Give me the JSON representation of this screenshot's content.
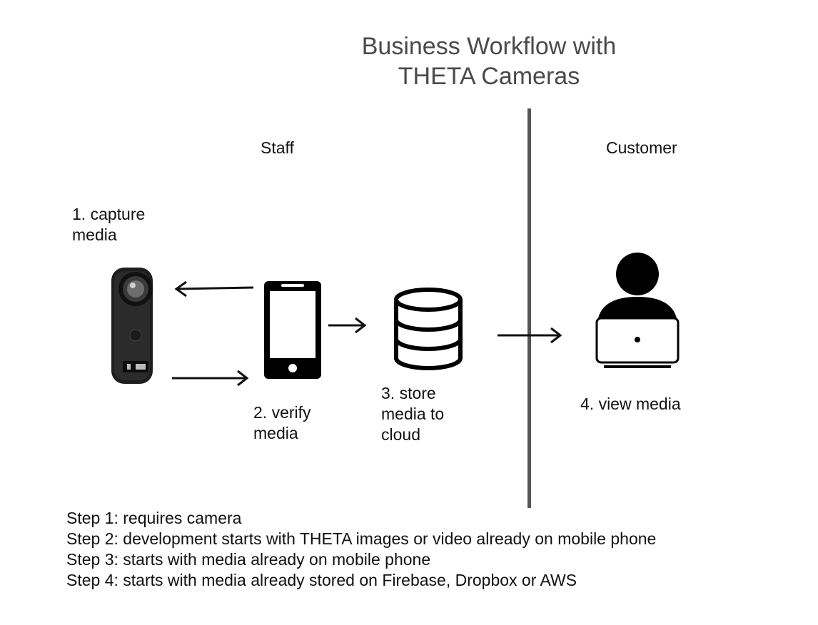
{
  "title": {
    "line1": "Business Workflow with",
    "line2": "THETA Cameras"
  },
  "lanes": {
    "staff": "Staff",
    "customer": "Customer"
  },
  "steps": {
    "capture": "1. capture\n    media",
    "verify": "2. verify\nmedia",
    "store": "3. store\nmedia to\ncloud",
    "view": "4. view media"
  },
  "icons": {
    "camera": "theta-camera",
    "phone": "mobile-phone-icon",
    "cloud": "database-icon",
    "customer": "person-laptop-icon"
  },
  "notes": [
    "Step 1: requires camera",
    "Step 2: development starts with THETA images or video already on mobile phone",
    "Step 3: starts with media already on mobile phone",
    "Step 4: starts with media already stored on Firebase, Dropbox or AWS"
  ],
  "colors": {
    "title": "#4a4a4a",
    "divider": "#555555",
    "ink": "#111111"
  }
}
